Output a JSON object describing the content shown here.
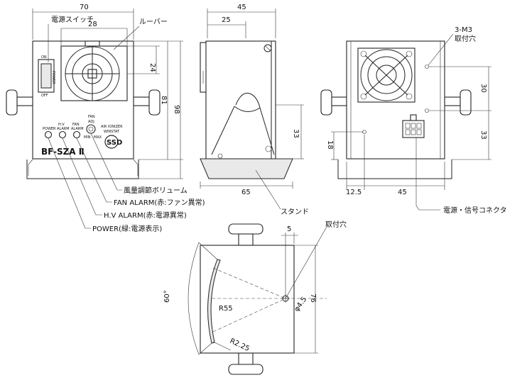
{
  "front": {
    "dim_width": "70",
    "dim_louver_width": "28",
    "dim_louver_height": "24",
    "dim_height_81": "81",
    "dim_height_98": "98",
    "power_switch_label": "電源スイッチ",
    "louver_label": "ルーバー",
    "model_name": "BF-SZA Ⅱ",
    "brand_line1": "AIR IONIZER",
    "brand_line2": "WINSTAT",
    "knob_label_1": "FAN",
    "knob_label_2": "ADJ",
    "knob_min": "MIN",
    "knob_max": "MAX",
    "led_power": "POWER",
    "led_hv_1": "H.V",
    "led_hv_2": "ALARM",
    "led_fan_1": "FAN",
    "led_fan_2": "ALARM",
    "switch_on": "ON",
    "switch_off": "OFF",
    "switch_text": "POWER"
  },
  "callouts": {
    "fan_knob": "風量調節ボリューム",
    "fan_alarm": "FAN ALARM(赤:ファン異常)",
    "hv_alarm": "H.V ALARM(赤:電源異常)",
    "power_led": "POWER(緑:電源表示)"
  },
  "side": {
    "dim_depth": "45",
    "dim_25": "25",
    "dim_33": "33",
    "dim_65": "65",
    "stand_label": "スタンド"
  },
  "rear": {
    "screw_label_1": "3-M3",
    "screw_label_2": "取付穴",
    "dim_30": "30",
    "dim_33": "33",
    "dim_18": "18",
    "dim_12_5": "12.5",
    "dim_45": "45",
    "connector_label": "電源・信号コネクタ"
  },
  "stand": {
    "hole_label": "取付穴",
    "dim_5": "5",
    "dim_angle": "60°",
    "dim_r55": "R55",
    "dim_hole": "φ4.5",
    "dim_76": "76",
    "dim_r2_25": "R2.25"
  }
}
